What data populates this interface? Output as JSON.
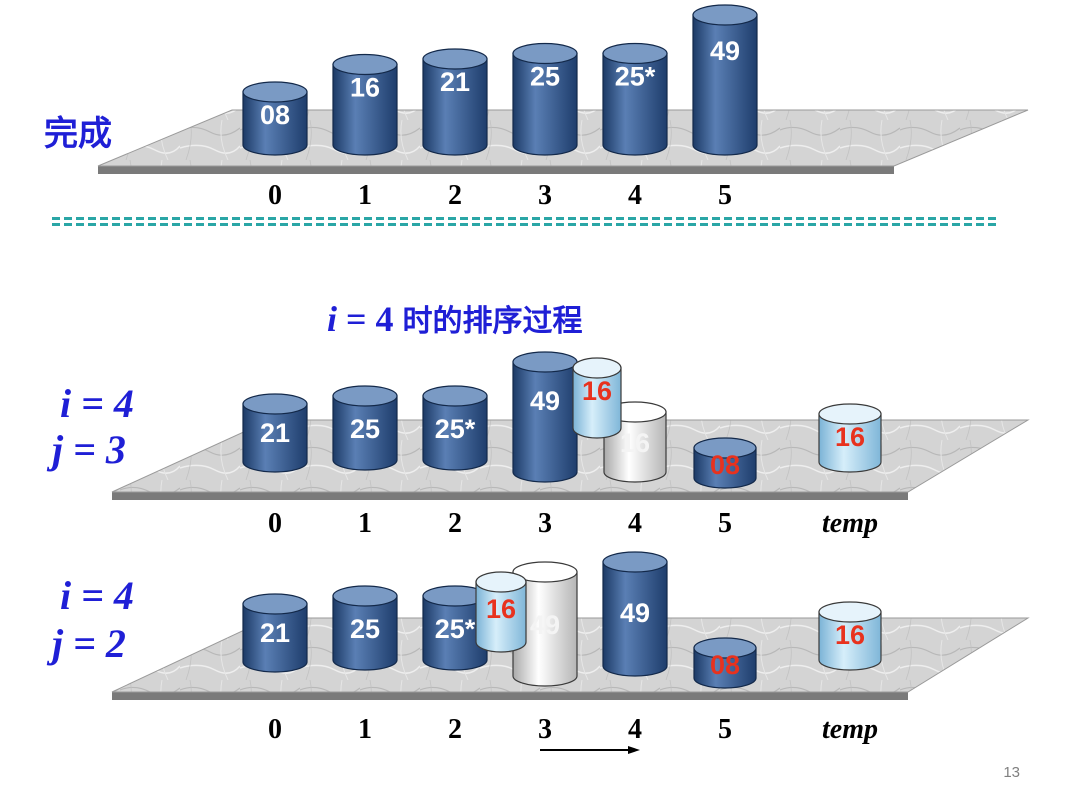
{
  "colors": {
    "label": "#1f1fd6",
    "blue_top": "#7a9ac4",
    "blue_body": "#34598c",
    "light_top": "#e6f3fb",
    "light_body": "#9ccde8",
    "white_top": "#ffffff",
    "white_body": "#cfcfcf",
    "value_default": "#ffffff",
    "value_highlight": "#e8321e"
  },
  "final": {
    "label": "完成",
    "cells": [
      {
        "value": "08",
        "style": "blue",
        "level": 0.3
      },
      {
        "value": "16",
        "style": "blue",
        "level": 0.55
      },
      {
        "value": "21",
        "style": "blue",
        "level": 0.6
      },
      {
        "value": "25",
        "style": "blue",
        "level": 0.65
      },
      {
        "value": "25*",
        "style": "blue",
        "level": 0.65
      },
      {
        "value": "49",
        "style": "blue",
        "level": 1.0
      }
    ],
    "indices": [
      "0",
      "1",
      "2",
      "3",
      "4",
      "5"
    ]
  },
  "title": {
    "i_var": "i",
    "eq": " = 4 ",
    "text": "时的排序过程"
  },
  "row1": {
    "i_label": "i = 4",
    "j_label": "j = 3",
    "indices": [
      "0",
      "1",
      "2",
      "3",
      "4",
      "5",
      "temp"
    ]
  },
  "row2": {
    "i_label": "i = 4",
    "j_label": "j = 2",
    "indices": [
      "0",
      "1",
      "2",
      "3",
      "4",
      "5",
      "temp"
    ]
  },
  "page_number": "13"
}
